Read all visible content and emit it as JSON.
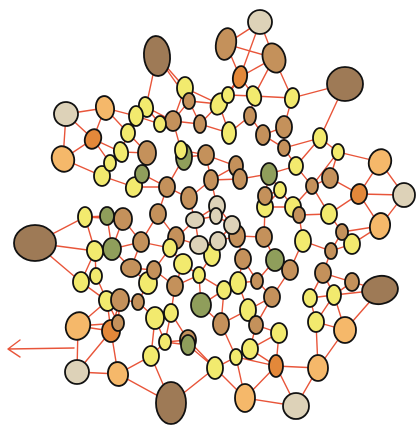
{
  "diagram": {
    "style": "hand-drawn spiral of colored beads connected by red strands",
    "colors": {
      "strand": "#e8553a",
      "background": "#ffffff",
      "outline": "#111111",
      "bead_brown": "#c4915b",
      "bead_light_brown": "#9e7a56",
      "bead_orange": "#f5b86a",
      "bead_deep_orange": "#e3883a",
      "bead_yellow": "#f2ea6e",
      "bead_olive": "#8f9e5b",
      "bead_cream": "#ddd2b8"
    },
    "bead_color_counts": {
      "brown": 42,
      "light_brown": 6,
      "orange": 14,
      "deep_orange": 5,
      "yellow": 44,
      "olive": 7,
      "cream": 13
    }
  }
}
